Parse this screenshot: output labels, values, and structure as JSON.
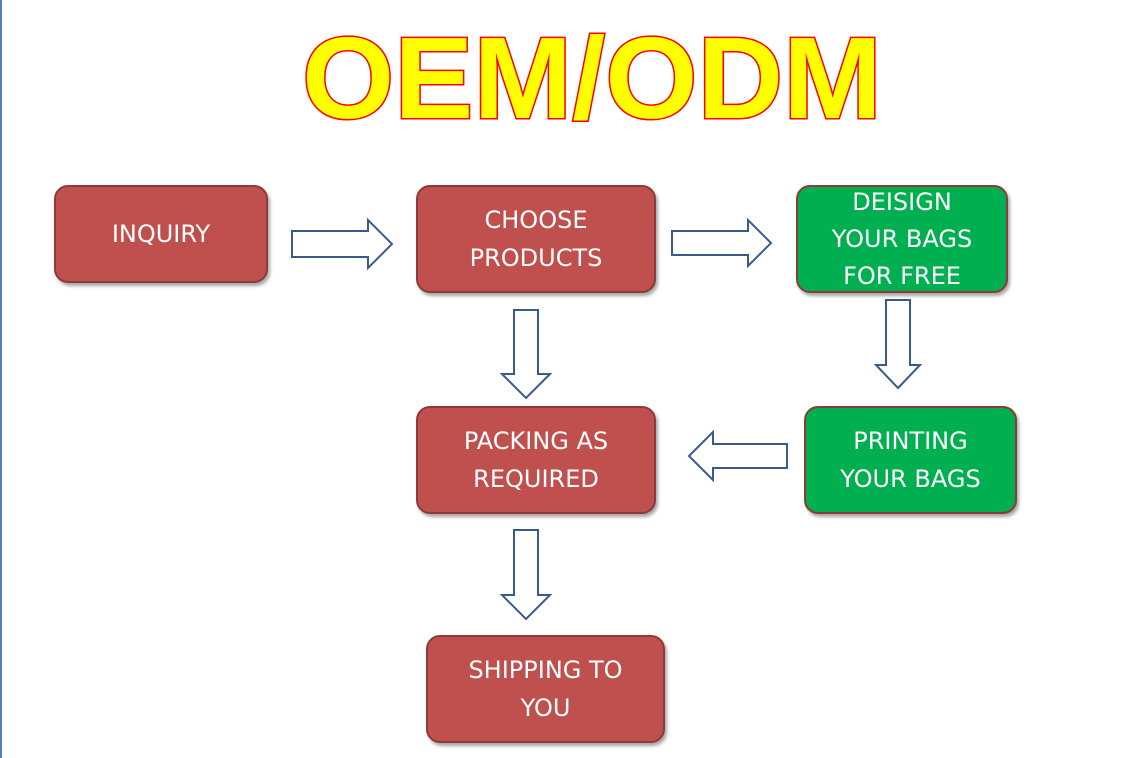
{
  "title": "OEM/ODM",
  "colors": {
    "title_fill": "#ffff00",
    "title_outline": "#ff0000",
    "box_red": "#c0504d",
    "box_green": "#00b050",
    "arrow_stroke": "#3b5a8c"
  },
  "steps": [
    {
      "id": "inquiry",
      "lines": [
        "INQUIRY"
      ],
      "color": "red"
    },
    {
      "id": "choose",
      "lines": [
        "CHOOSE",
        "PRODUCTS"
      ],
      "color": "red"
    },
    {
      "id": "design",
      "lines": [
        "DEISIGN",
        "YOUR BAGS",
        "FOR FREE"
      ],
      "color": "green"
    },
    {
      "id": "printing",
      "lines": [
        "PRINTING",
        "YOUR BAGS"
      ],
      "color": "green"
    },
    {
      "id": "packing",
      "lines": [
        "PACKING AS",
        "REQUIRED"
      ],
      "color": "red"
    },
    {
      "id": "shipping",
      "lines": [
        "SHIPPING TO",
        "YOU"
      ],
      "color": "red"
    }
  ],
  "flow": [
    {
      "from": "inquiry",
      "to": "choose",
      "direction": "right"
    },
    {
      "from": "choose",
      "to": "design",
      "direction": "right"
    },
    {
      "from": "design",
      "to": "printing",
      "direction": "down"
    },
    {
      "from": "printing",
      "to": "packing",
      "direction": "left"
    },
    {
      "from": "choose",
      "to": "packing",
      "direction": "down"
    },
    {
      "from": "packing",
      "to": "shipping",
      "direction": "down"
    }
  ]
}
